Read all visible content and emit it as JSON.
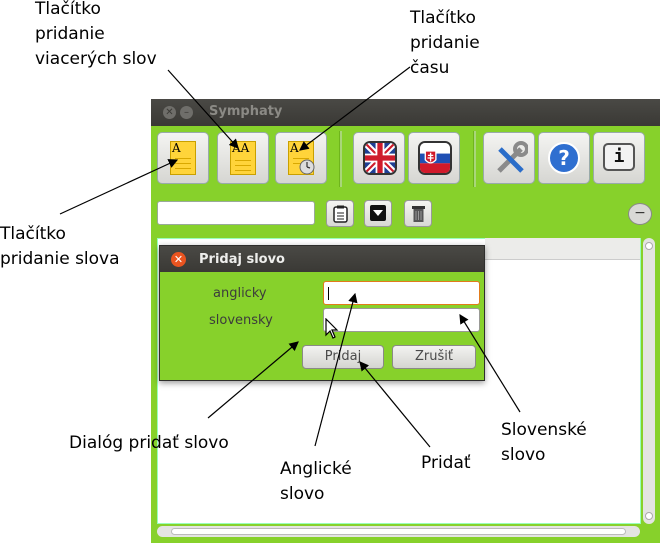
{
  "window": {
    "title": "Symphaty"
  },
  "toolbar": {
    "buttons": [
      {
        "name": "add-word",
        "glyph": "A"
      },
      {
        "name": "add-multiple",
        "glyph": "AA"
      },
      {
        "name": "add-time",
        "glyph": "A"
      },
      {
        "name": "english",
        "icon": "uk-flag-icon"
      },
      {
        "name": "slovak",
        "icon": "sk-flag-icon"
      },
      {
        "name": "settings",
        "icon": "tools-icon"
      },
      {
        "name": "help",
        "glyph": "?"
      },
      {
        "name": "info",
        "glyph": "i"
      }
    ]
  },
  "dialog": {
    "title": "Pridaj slovo",
    "label_en": "anglicky",
    "label_sk": "slovensky",
    "add_label": "Pridaj",
    "cancel_label": "Zrušiť"
  },
  "annotations": {
    "multi_line1": "Tlačítko",
    "multi_line2": "pridanie",
    "multi_line3": "viacerých slov",
    "time_line1": "Tlačítko",
    "time_line2": "pridanie",
    "time_line3": "času",
    "word_line1": "Tlačítko",
    "word_line2": "pridanie slova",
    "dialog_label": "Dialóg pridať slovo",
    "english_line1": "Anglické",
    "english_line2": "slovo",
    "add_label": "Pridať",
    "slovak_line1": "Slovenské",
    "slovak_line2": "slovo"
  },
  "colors": {
    "accent": "#87d12b",
    "titlebar": "#3c3b37",
    "close": "#e95420"
  }
}
